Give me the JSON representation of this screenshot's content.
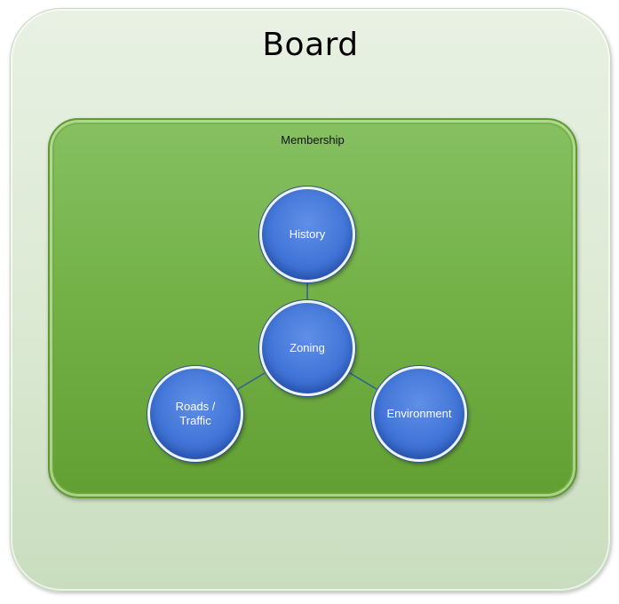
{
  "board": {
    "title": "Board"
  },
  "membership": {
    "title": "Membership"
  },
  "nodes": {
    "history": "History",
    "zoning": "Zoning",
    "roads": "Roads /\nTraffic",
    "environment": "Environment"
  },
  "colors": {
    "board_fill": "#dbe9d3",
    "membership_fill": "#74b248",
    "node_fill": "#4275d8",
    "connector": "#2f5f9a"
  }
}
